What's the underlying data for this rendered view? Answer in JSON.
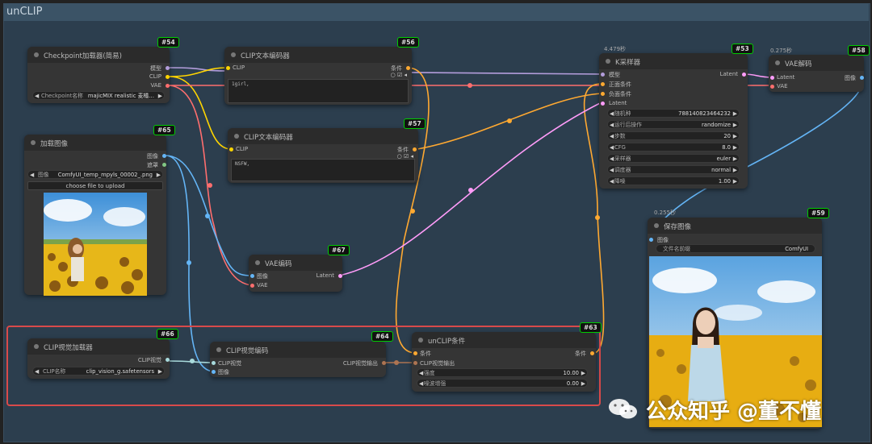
{
  "group": {
    "title": "unCLIP"
  },
  "timers": {
    "ksampler": "4.479秒",
    "vae_decode": "0.275秒",
    "save_image": "0.255秒"
  },
  "colors": {
    "clip": "#ffd500",
    "model": "#b39ddb",
    "vae": "#ff6e6e",
    "conditioning": "#ffa931",
    "image": "#64b5f6",
    "latent": "#ff9cf9",
    "clip_vision": "#a8dadc",
    "clip_vision_output": "#ad7452",
    "group_highlight": "#d94a4a",
    "badge_border": "#00cc00"
  },
  "nodes": {
    "checkpoint": {
      "id": "#54",
      "title": "Checkpoint加载器(简易)",
      "outputs": [
        "模型",
        "CLIP",
        "VAE"
      ],
      "widget": {
        "label": "Checkpoint名称",
        "value": "majicMIX realistic 麦橘…"
      }
    },
    "clip_text_pos": {
      "id": "#56",
      "title": "CLIP文本编码器",
      "input": "CLIP",
      "output": "条件",
      "text": "1girl,"
    },
    "clip_text_neg": {
      "id": "#57",
      "title": "CLIP文本编码器",
      "input": "CLIP",
      "output": "条件",
      "text": "NSFW,"
    },
    "load_image": {
      "id": "#65",
      "title": "加载图像",
      "outputs": [
        "图像",
        "遮罩"
      ],
      "widget": {
        "label": "图像",
        "value": "ComfyUI_temp_mpyls_00002_.png"
      },
      "upload": "choose file to upload"
    },
    "vae_encode": {
      "id": "#67",
      "title": "VAE编码",
      "inputs": [
        "图像",
        "VAE"
      ],
      "output": "Latent"
    },
    "ksampler": {
      "id": "#53",
      "title": "K采样器",
      "inputs": [
        "模型",
        "正面条件",
        "负面条件",
        "Latent"
      ],
      "output": "Latent",
      "widgets": [
        {
          "label": "随机种",
          "value": "788140823464232"
        },
        {
          "label": "运行后操作",
          "value": "randomize"
        },
        {
          "label": "步数",
          "value": "20"
        },
        {
          "label": "CFG",
          "value": "8.0"
        },
        {
          "label": "采样器",
          "value": "euler"
        },
        {
          "label": "调度器",
          "value": "normal"
        },
        {
          "label": "降噪",
          "value": "1.00"
        }
      ]
    },
    "vae_decode": {
      "id": "#58",
      "title": "VAE解码",
      "inputs": [
        "Latent",
        "VAE"
      ],
      "output": "图像"
    },
    "save_image": {
      "id": "#59",
      "title": "保存图像",
      "input": "图像",
      "widget": {
        "label": "文件名前缀",
        "value": "ComfyUI"
      }
    },
    "clip_vision_loader": {
      "id": "#66",
      "title": "CLIP视觉加载器",
      "output": "CLIP视觉",
      "widget": {
        "label": "CLIP名称",
        "value": "clip_vision_g.safetensors"
      }
    },
    "clip_vision_encode": {
      "id": "#64",
      "title": "CLIP视觉编码",
      "inputs": [
        "CLIP视觉",
        "图像"
      ],
      "output": "CLIP视觉输出"
    },
    "unclip_cond": {
      "id": "#63",
      "title": "unCLIP条件",
      "inputs": [
        "条件",
        "CLIP视觉输出"
      ],
      "output": "条件",
      "widgets": [
        {
          "label": "强度",
          "value": "10.00"
        },
        {
          "label": "噪波增强",
          "value": "0.00"
        }
      ]
    }
  },
  "watermark": {
    "text": "公众知乎 @董不懂"
  }
}
